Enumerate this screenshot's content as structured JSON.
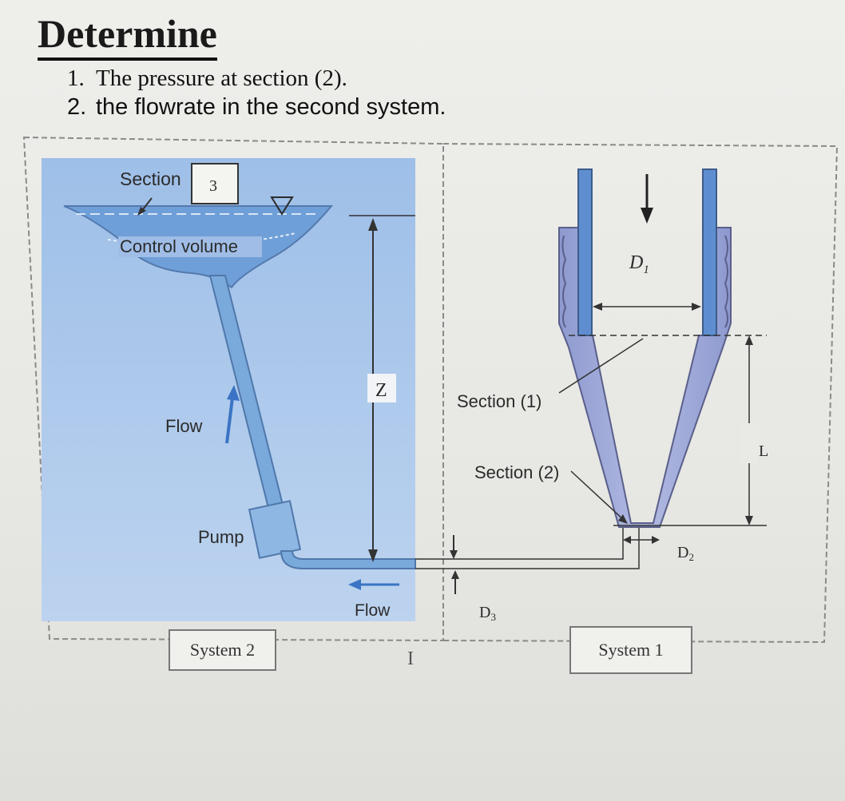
{
  "heading": "Determine",
  "tasks": [
    {
      "num": "1.",
      "text": "The pressure at section (2)."
    },
    {
      "num": "2.",
      "text": "the flowrate in the second system."
    }
  ],
  "system2": {
    "section_label": "Section",
    "section_num": "3",
    "control_volume": "Control volume",
    "flow_up": "Flow",
    "pump": "Pump",
    "z": "Z",
    "flow_bottom": "Flow",
    "box_label": "System 2"
  },
  "system1": {
    "d1": "D",
    "d1_sub": "1",
    "section1": "Section (1)",
    "section2": "Section (2)",
    "l": "L",
    "d2": "D",
    "d2_sub": "2",
    "d3": "D",
    "d3_sub": "3",
    "box_label": "System 1"
  },
  "colors": {
    "water_bg": "#a9c6ea",
    "pipe": "#7aa9dc",
    "nozzle": "#9aa6d6",
    "nozzle_inner": "#5f8ed0"
  }
}
